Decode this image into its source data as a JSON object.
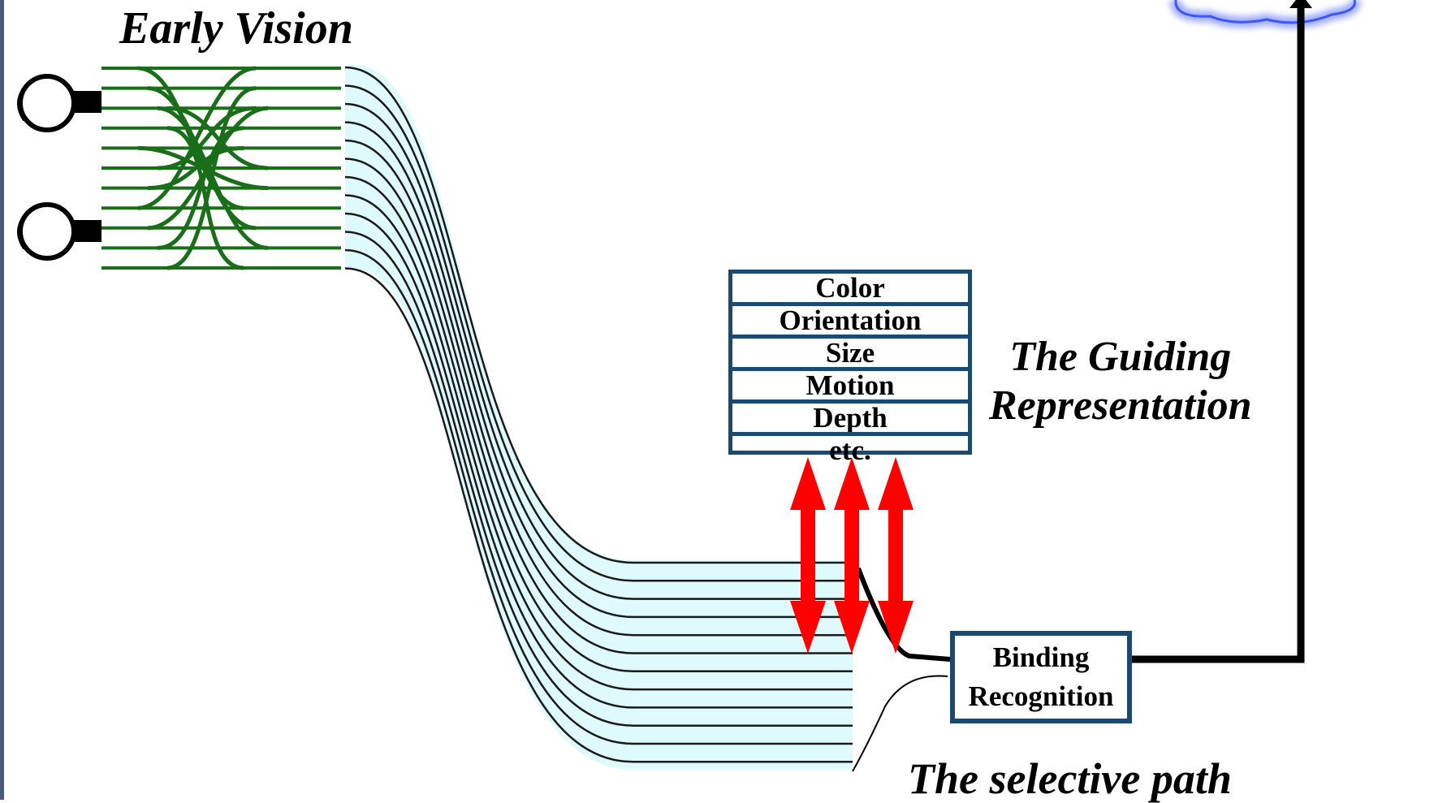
{
  "title": "Early Vision",
  "guiding_label": [
    "The Guiding",
    "Representation"
  ],
  "features": [
    "Color",
    "Orientation",
    "Size",
    "Motion",
    "Depth",
    "etc."
  ],
  "binding_lines": [
    "Binding",
    "Recognition"
  ],
  "path_label": "The selective path",
  "colors": {
    "box_border": "#1c4a6e",
    "early_vision_fibers": "#1a6e1a",
    "arrows": "#ff0000",
    "band_fill": "#dffafc",
    "cloud": "#3d56ff",
    "left_edge": "#4a5a7a"
  },
  "icons": [
    "eye-icon-top",
    "eye-icon-bottom",
    "cloud-icon"
  ]
}
